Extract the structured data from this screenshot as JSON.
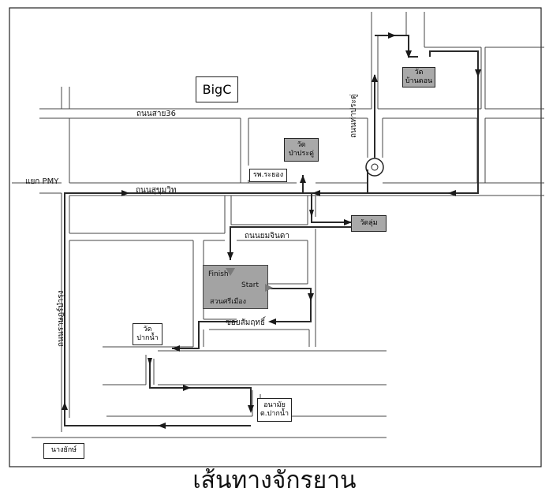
{
  "map": {
    "title": "เส้นทางจักรยาน",
    "landmarks": {
      "bigc": "BigC",
      "wat_ban_don": [
        "วัด",
        "บ้านดอน"
      ],
      "wat_pa_pradu": [
        "วัด",
        "ป่าประดู่"
      ],
      "rp_rayong": "รพ.ระยอง",
      "wat_lum": "วัดลุ่ม",
      "wat_pak_nam": [
        "วัด",
        "ปากน้ำ"
      ],
      "anamai": [
        "อนามัย",
        "ต.ปากน้ำ"
      ],
      "nang_yak": "นางยักษ์"
    },
    "park": {
      "finish": "Finish",
      "start": "Start",
      "name": "สวนศรีเมือง"
    },
    "roads": {
      "sai36": "ถนนสาย36",
      "pmy": "แยก PMY",
      "sukhumvit": "ถนนสุขุมวิท",
      "yomjinda": "ถนนยมจินดา",
      "soi_sumsamrit": "ซอยสัมฤทธิ์",
      "tha_pradu": "ถนนท่าประดู่",
      "ratbumrung": "ถนนราษฎร์บำรุง"
    },
    "colors": {
      "route": "#2a2a2a",
      "landmark_gray": "#a9a9a9",
      "road": "#555555"
    }
  }
}
